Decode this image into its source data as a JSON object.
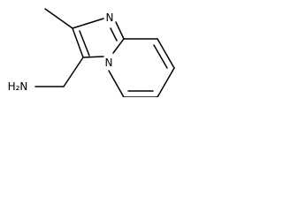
{
  "molecule": {
    "atoms": [
      {
        "id": "N1",
        "label": "N"
      },
      {
        "id": "N4",
        "label": "N"
      },
      {
        "id": "NH2",
        "label": "H₂N"
      }
    ]
  }
}
